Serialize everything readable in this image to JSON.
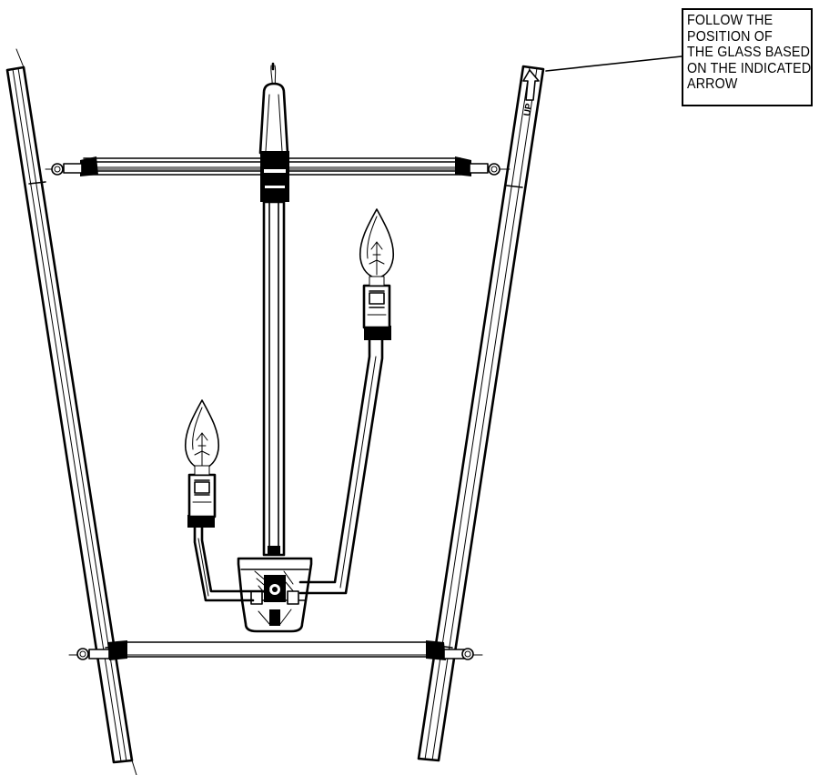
{
  "note": {
    "lines": [
      "FOLLOW THE",
      "POSITION OF",
      "THE GLASS BASED",
      "ON THE INDICATED",
      "ARROW"
    ]
  },
  "arrow_label": "UP",
  "icons": {
    "up_arrow": "up-arrow-icon",
    "bulb": "candle-bulb-icon"
  },
  "colors": {
    "line": "#000000",
    "background": "#ffffff"
  }
}
